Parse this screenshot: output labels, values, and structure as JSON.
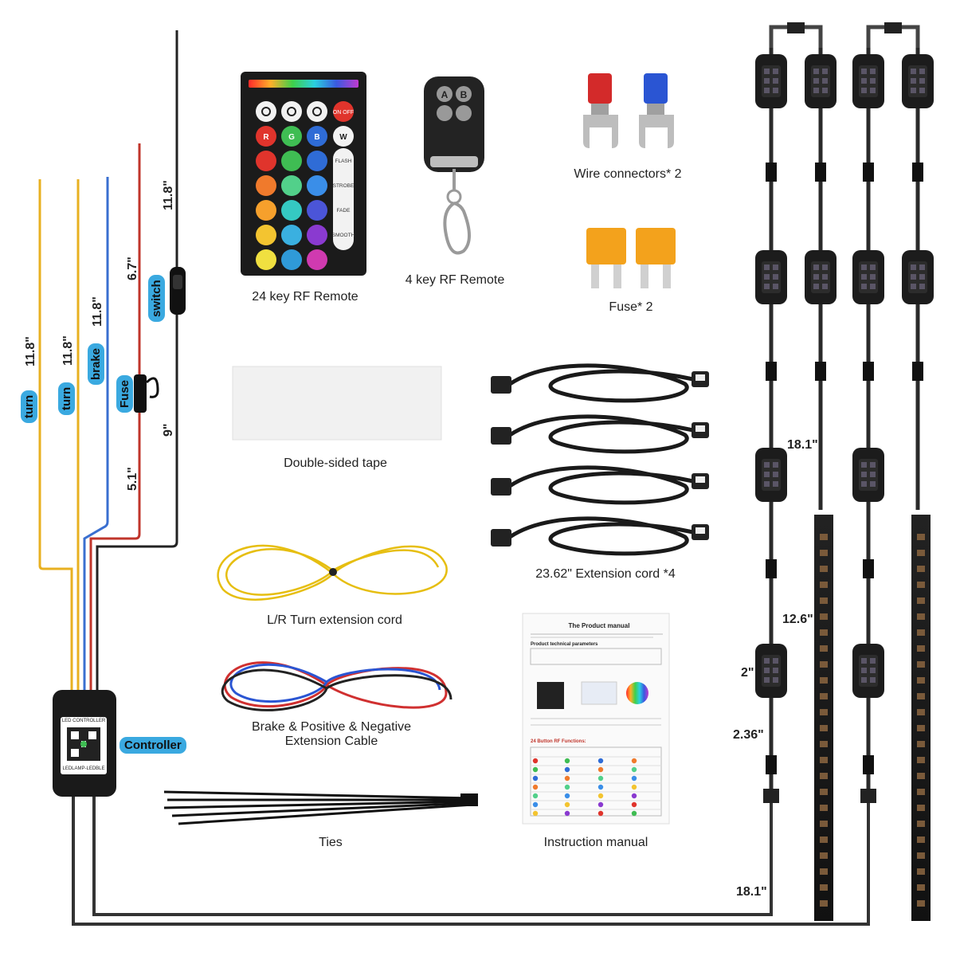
{
  "colors": {
    "turn_wire": "#e8b020",
    "brake_wire": "#3a6fd0",
    "power_wire": "#c0352b",
    "switch_wire": "#222222",
    "pill": "#3aa9e0",
    "strip": "#1a1a1a"
  },
  "wires": [
    {
      "tag": "turn",
      "length": "11.8\""
    },
    {
      "tag": "turn",
      "length": "11.8\""
    },
    {
      "tag": "brake",
      "length": "11.8\""
    },
    {
      "tag": "Fuse",
      "upper_length": "6.7\"",
      "lower_length": "5.1\""
    },
    {
      "tag": "switch",
      "upper_length": "11.8\"",
      "lower_length": "9\""
    }
  ],
  "controller": {
    "tag": "Controller",
    "device_title": "LED CONTROLLER",
    "device_caption": "LEDLAMP-LEDBLE"
  },
  "items": {
    "remote24": {
      "label": "24 key RF Remote"
    },
    "remote4": {
      "label": "4 key RF Remote",
      "keys": [
        "A",
        "B"
      ]
    },
    "connectors": {
      "label": "Wire connectors* 2"
    },
    "fuse": {
      "label": "Fuse* 2"
    },
    "tape": {
      "label": "Double-sided tape"
    },
    "extension": {
      "label": "23.62\" Extension cord *4"
    },
    "turn_cord": {
      "label": "L/R Turn extension cord"
    },
    "brake_cable": {
      "label_line1": "Brake & Positive & Negative",
      "label_line2": "Extension Cable"
    },
    "ties": {
      "label": "Ties"
    },
    "manual": {
      "label": "Instruction manual",
      "title": "The Product manual",
      "section1": "Product technical parameters",
      "section2": "24 Button RF Functions:"
    }
  },
  "remote24_keys": {
    "top": [
      "sun-icon",
      "sun-icon",
      "music-icon",
      "ON OFF"
    ],
    "row2": [
      "R",
      "G",
      "B",
      "W"
    ],
    "modes": [
      "FLASH",
      "STROBE",
      "FADE",
      "SMOOTH"
    ],
    "key_colors": [
      [
        "#e0342c",
        "#3fbd53",
        "#2f6cd6"
      ],
      [
        "#f07a2c",
        "#52d08a",
        "#3a8ee8"
      ],
      [
        "#f6a02c",
        "#35c9c2",
        "#4b55d8"
      ],
      [
        "#f3c430",
        "#3ab0e0",
        "#8a3ad0"
      ],
      [
        "#f0e040",
        "#2f9ad8",
        "#d03ab0"
      ]
    ]
  },
  "dimensions": {
    "d1": "18.1\"",
    "d2": "12.6\"",
    "d3": "2\"",
    "d4": "2.36\"",
    "d5": "18.1\""
  }
}
